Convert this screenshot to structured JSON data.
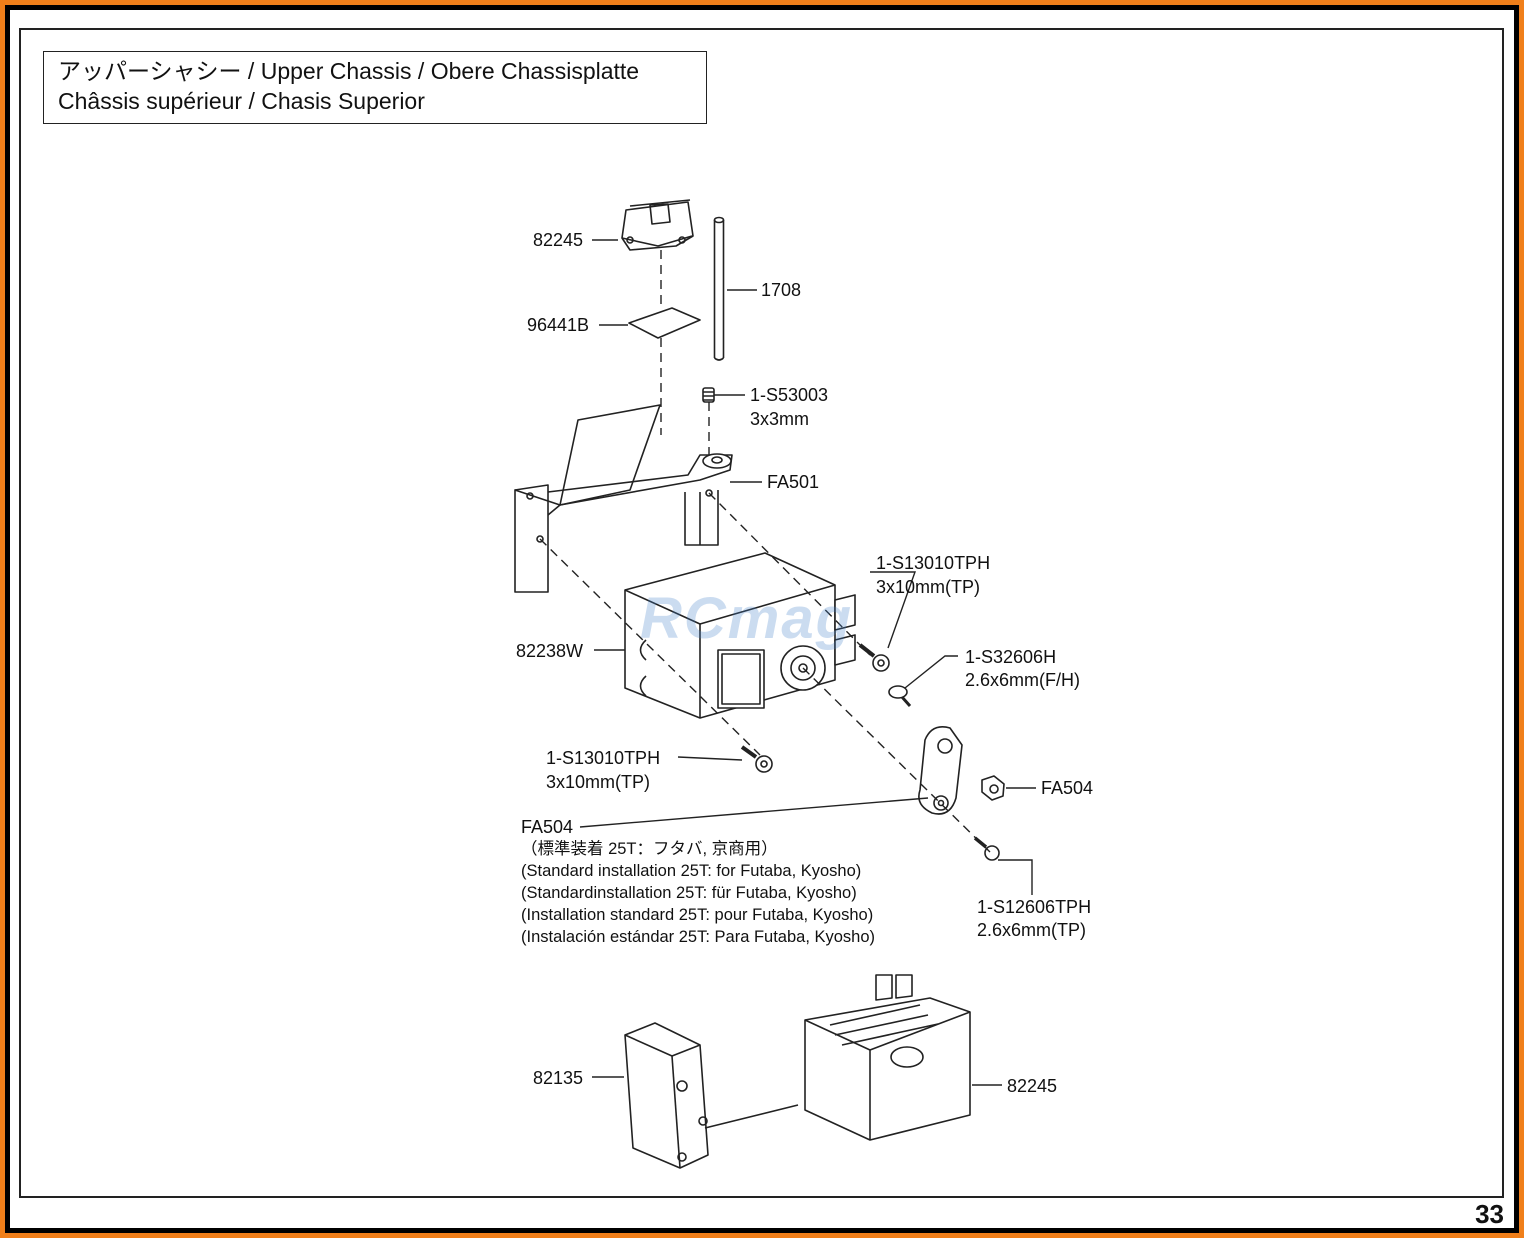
{
  "title": {
    "line1": "アッパーシャシー / Upper Chassis / Obere Chassisplatte",
    "line2": "Châssis supérieur / Chasis Superior"
  },
  "page_number": "33",
  "watermark": "RCmag",
  "parts": {
    "p82245_top": "82245",
    "p96441b": "96441B",
    "p1708": "1708",
    "p1s53003_code": "1-S53003",
    "p1s53003_size": "3x3mm",
    "pfa501": "FA501",
    "p1s13010_right_code": "1-S13010TPH",
    "p1s13010_right_size": "3x10mm(TP)",
    "p82238w": "82238W",
    "p1s32606_code": "1-S32606H",
    "p1s32606_size": "2.6x6mm(F/H)",
    "p1s13010_left_code": "1-S13010TPH",
    "p1s13010_left_size": "3x10mm(TP)",
    "pfa504_right": "FA504",
    "pfa504_left": "FA504",
    "p1s12606_code": "1-S12606TPH",
    "p1s12606_size": "2.6x6mm(TP)",
    "p82135": "82135",
    "p82245_bottom": "82245"
  },
  "note": [
    "（標準装着 25T：フタバ, 京商用）",
    "(Standard installation 25T: for Futaba, Kyosho)",
    "(Standardinstallation 25T: für Futaba, Kyosho)",
    "(Installation standard 25T: pour Futaba, Kyosho)",
    "(Instalación estándar 25T: Para Futaba, Kyosho)"
  ],
  "colors": {
    "frame": "#f07f1a",
    "line": "#222222"
  }
}
